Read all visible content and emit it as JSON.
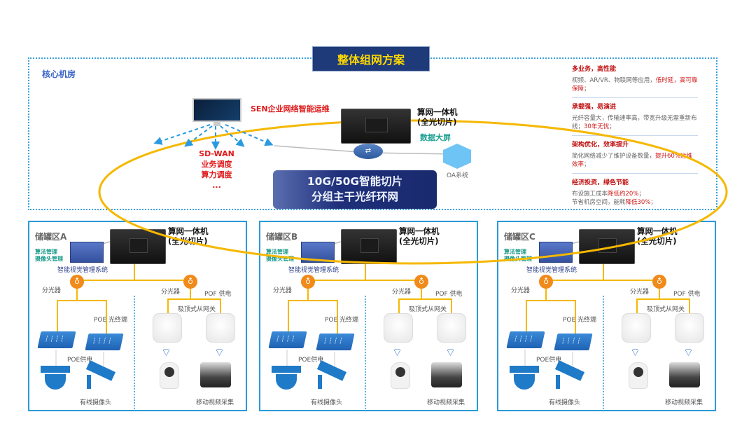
{
  "title": "整体组网方案",
  "core": {
    "label": "核心机房",
    "sen_label": "SEN企业网络智能运维",
    "sdwan": [
      "SD-WAN",
      "业务调度",
      "算力调度",
      "..."
    ],
    "server_label": [
      "算网一体机",
      "(全光切片)"
    ],
    "screen_label": "数据大屏",
    "oa_label": "OA系统",
    "banner": [
      "10G/50G智能切片",
      "分组主干光纤环网"
    ]
  },
  "panel": [
    {
      "heading": "多业务，高性能",
      "text": "视频、AR/VR、物联网等应用，",
      "highlight": "低时延，高可靠保障",
      "tail": "；"
    },
    {
      "heading": "承载强，易演进",
      "text": "光纤容量大，传输速率高，带宽升级无需重新布线；",
      "highlight": "30年无忧",
      "tail": "；"
    },
    {
      "heading": "架构优化，效率提升",
      "text": "简化网络减少了维护设备数量，",
      "highlight": "提升60%运维效率",
      "tail": "；"
    },
    {
      "heading": "经济投资，绿色节能",
      "text": "布设施工成本",
      "highlight": "降低约20%",
      "tail": "；",
      "text2": "节省机房空间，能耗",
      "highlight2": "降低30%",
      "tail2": "；"
    }
  ],
  "zones": [
    {
      "name": "储罐区A"
    },
    {
      "name": "储罐区B"
    },
    {
      "name": "储罐区C"
    }
  ],
  "zone_labels": {
    "server": [
      "算网一体机",
      "(全光切片)"
    ],
    "mgmt_tags": [
      "算法管理",
      "摄像头管理"
    ],
    "mgmt_system": "智能视觉管理系统",
    "splitter": "分光器",
    "pof": "POF 供电",
    "poe_terminal": "POE 光终端",
    "poe_power": "POE供电",
    "wired_camera": "有线摄像头",
    "gateway": "吸顶式从网关",
    "mobile_video": "移动视频采集"
  },
  "colors": {
    "ring": "#f5b800",
    "border": "#2a9ad8",
    "title_bg": "#1e3a78",
    "title_text": "#ffd800",
    "highlight": "#e01a1a"
  }
}
